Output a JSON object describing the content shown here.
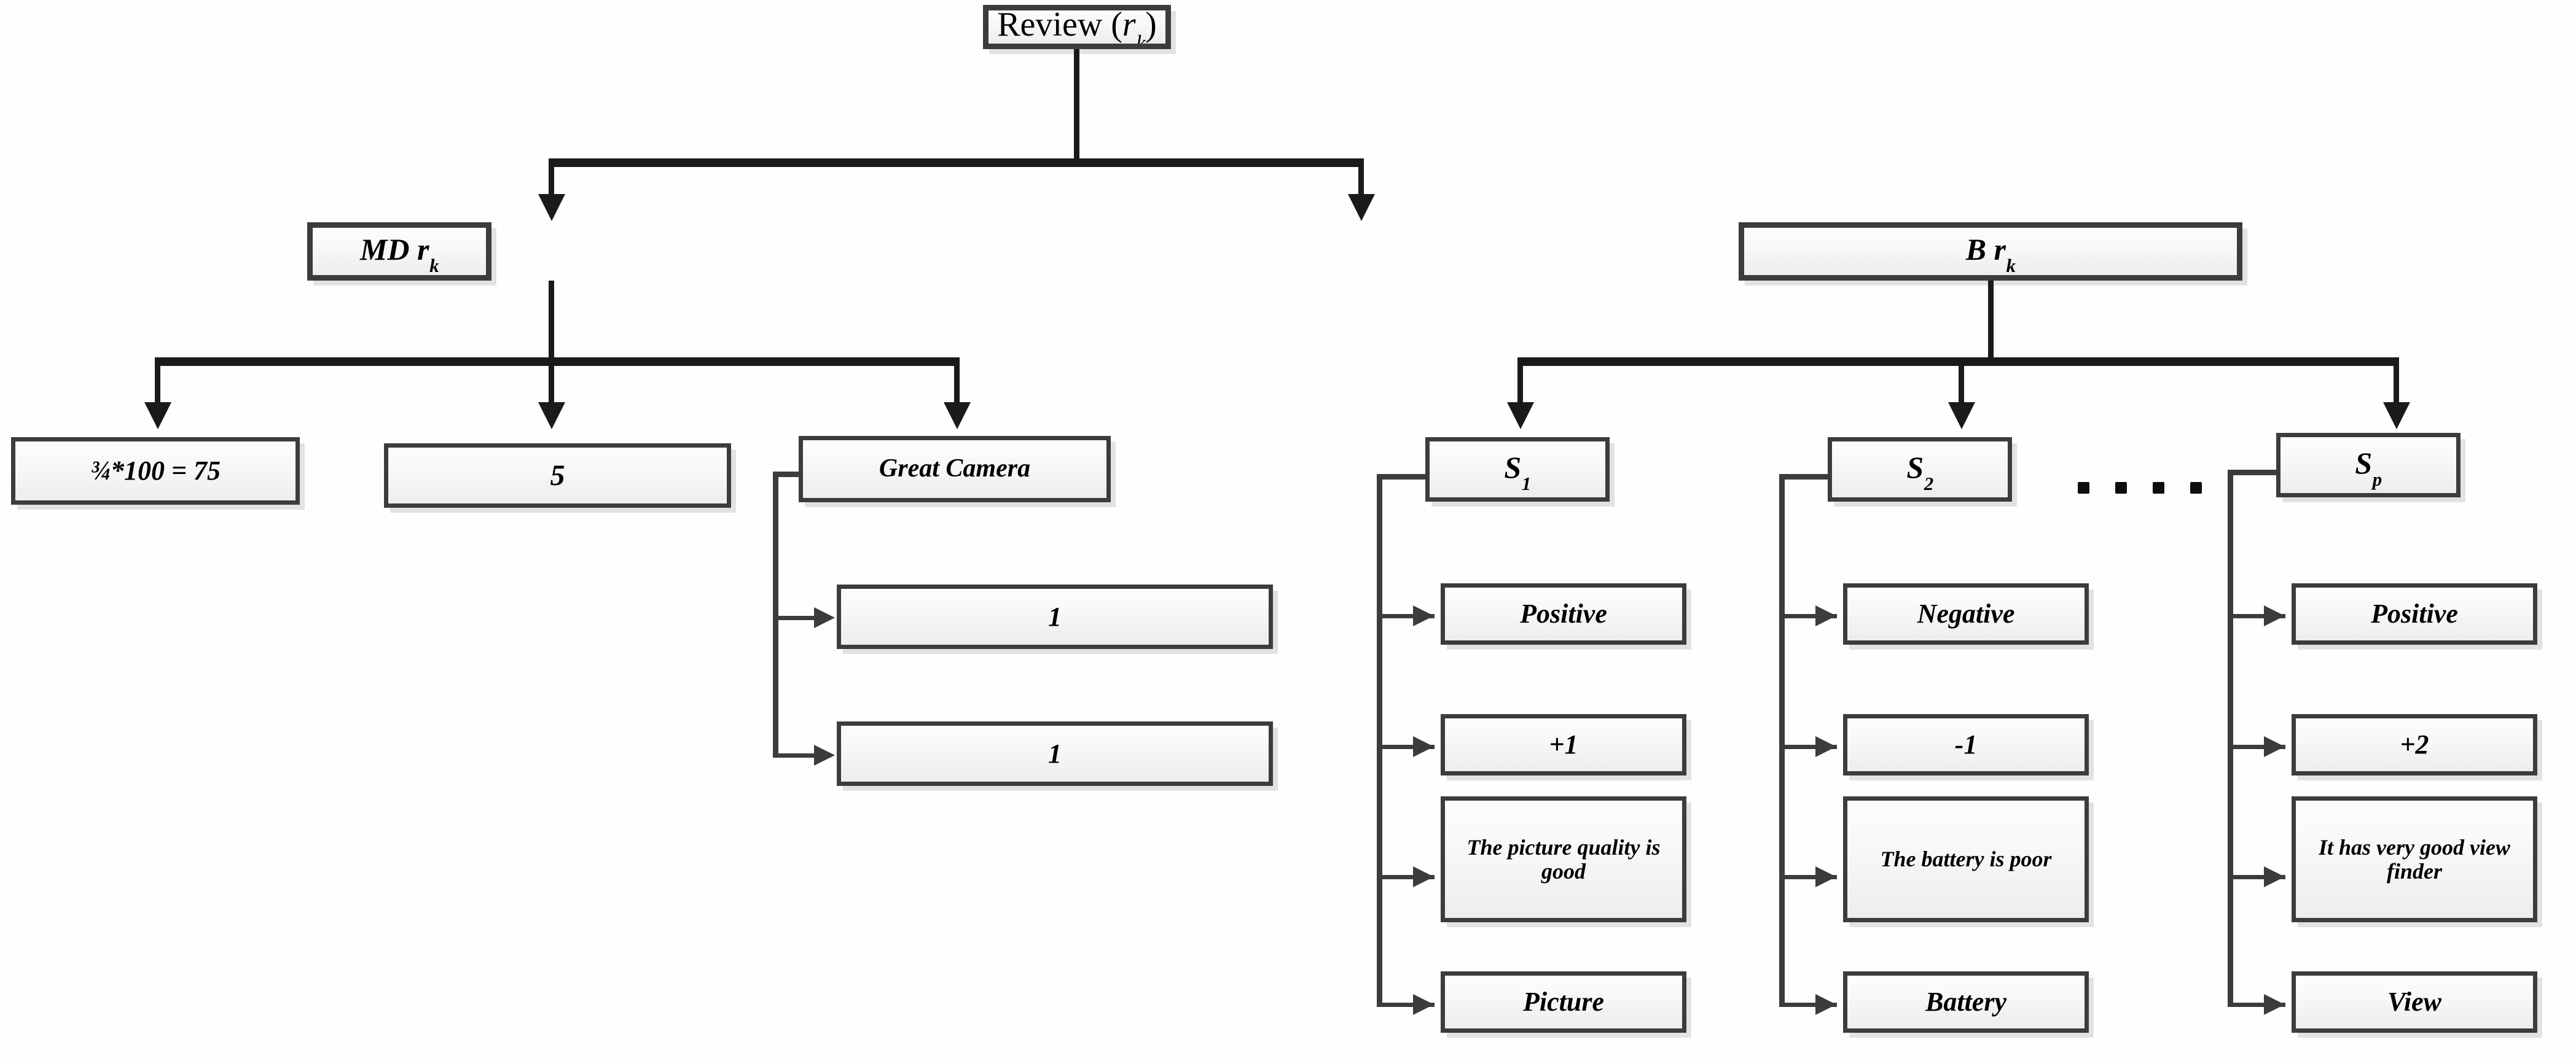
{
  "diagram": {
    "title": "Review decomposition tree",
    "colors": {
      "box_border": "#3c3c3c",
      "box_fill": "#f7f7f7",
      "connector": "#1a1a1a",
      "thin_connector": "#3c3c3c",
      "background": "#ffffff"
    },
    "root": {
      "prefix": "Review",
      "open_paren": " (",
      "var": "r",
      "subscript": "k",
      "close_paren": ")",
      "full_text": "Review (r_k)"
    },
    "level2": [
      {
        "id": "md",
        "prefix": "MD ",
        "var": "r",
        "subscript": "k",
        "full_text": "MD r_k"
      },
      {
        "id": "b",
        "prefix": "B ",
        "var": "r",
        "subscript": "k",
        "full_text": "B r_k"
      }
    ],
    "md_children": [
      {
        "id": "md-score",
        "label": "¾*100 = 75"
      },
      {
        "id": "md-rating",
        "label": "5"
      },
      {
        "id": "md-title",
        "label": "Great Camera"
      }
    ],
    "md_title_children": [
      {
        "id": "gc-val-1",
        "label": "1"
      },
      {
        "id": "gc-val-2",
        "label": "1"
      }
    ],
    "b_children": [
      {
        "id": "s1",
        "prefix": "S",
        "subscript": "1",
        "full_text": "S_1",
        "attributes": [
          {
            "id": "s1-polarity",
            "label": "Positive"
          },
          {
            "id": "s1-score",
            "label": "+1"
          },
          {
            "id": "s1-sentence",
            "label": "The picture quality is good"
          },
          {
            "id": "s1-feature",
            "label": "Picture"
          }
        ]
      },
      {
        "id": "s2",
        "prefix": "S",
        "subscript": "2",
        "full_text": "S_2",
        "attributes": [
          {
            "id": "s2-polarity",
            "label": "Negative"
          },
          {
            "id": "s2-score",
            "label": "-1"
          },
          {
            "id": "s2-sentence",
            "label": "The battery is poor"
          },
          {
            "id": "s2-feature",
            "label": "Battery"
          }
        ]
      },
      {
        "id": "sp",
        "prefix": "S",
        "subscript": "p",
        "full_text": "S_p",
        "attributes": [
          {
            "id": "sp-polarity",
            "label": "Positive"
          },
          {
            "id": "sp-score",
            "label": "+2"
          },
          {
            "id": "sp-sentence",
            "label": "It has very good view finder"
          },
          {
            "id": "sp-feature",
            "label": "View"
          }
        ]
      }
    ],
    "ellipsis": {
      "label": ". . . .",
      "dot_count": 4
    }
  }
}
